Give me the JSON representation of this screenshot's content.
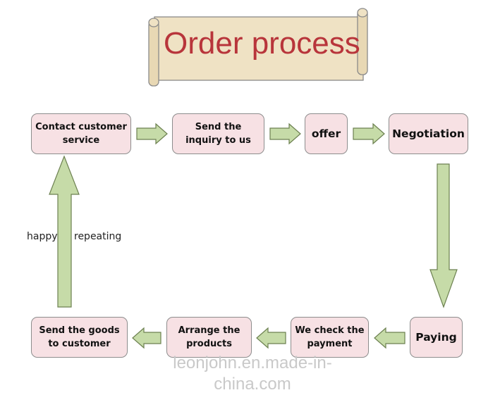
{
  "title": "Order process",
  "steps": {
    "contact": "Contact customer service",
    "inquiry": "Send the inquiry to us",
    "offer": "offer",
    "negotiation": "Negotiation",
    "paying": "Paying",
    "check_payment": "We check the payment",
    "arrange": "Arrange the products",
    "send_goods": "Send the goods to customer"
  },
  "loop_labels": {
    "left": "happy",
    "right": "repeating"
  },
  "watermark": "leonjohn.en.made-in-china.com",
  "colors": {
    "title": "#b8353b",
    "box_fill": "#f7e1e4",
    "box_border": "#8d8d8d",
    "arrow_fill": "#c6dba8",
    "arrow_stroke": "#6c8050",
    "scroll_fill": "#efe2c4"
  }
}
